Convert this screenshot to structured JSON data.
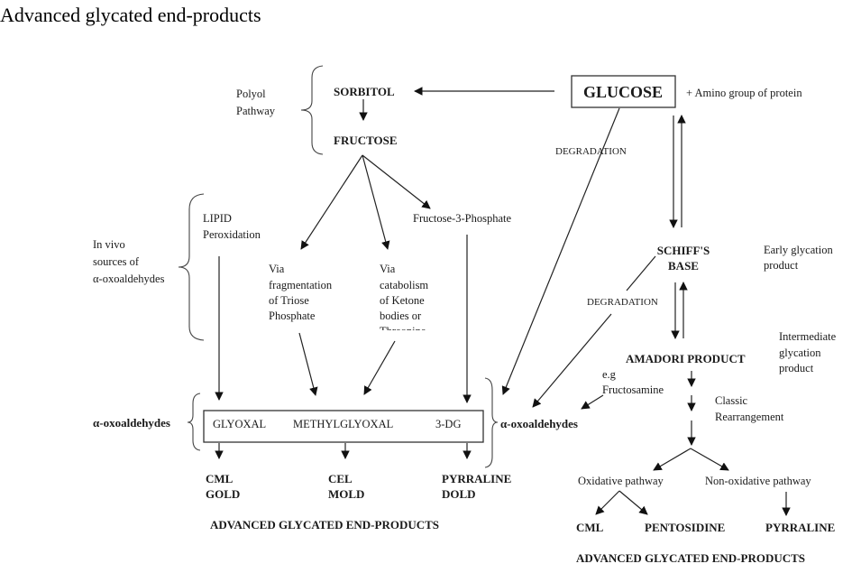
{
  "title": "Advanced glycated end-products",
  "diagram": {
    "polyol": {
      "label_line1": "Polyol",
      "label_line2": "Pathway",
      "sorbitol": "SORBITOL",
      "fructose": "FRUCTOSE"
    },
    "glucose": "GLUCOSE",
    "plus_amino": "+ Amino group of protein",
    "degradation_top": "DEGRADATION",
    "fructose3p": "Fructose-3-Phosphate",
    "in_vivo": {
      "line1": "In vivo",
      "line2": "sources of",
      "line3": "α-oxoaldehydes"
    },
    "lipid": {
      "line1": "LIPID",
      "line2": "Peroxidation"
    },
    "via_triose": {
      "line1": "Via",
      "line2": "fragmentation",
      "line3": "of Triose",
      "line4": "Phosphate"
    },
    "via_ketone": {
      "line1": "Via",
      "line2": "catabolism",
      "line3": "of Ketone",
      "line4": "bodies or",
      "line5": "Threonine"
    },
    "schiff": {
      "line1": "SCHIFF'S",
      "line2": "BASE"
    },
    "early": {
      "line1": "Early glycation",
      "line2": "product"
    },
    "degradation_mid": "DEGRADATION",
    "amadori": "AMADORI PRODUCT",
    "intermediate": {
      "line1": "Intermediate",
      "line2": "glycation",
      "line3": "product"
    },
    "eg_fructosamine": {
      "line1": "e.g",
      "line2": "Fructosamine"
    },
    "classic": {
      "line1": "Classic",
      "line2": "Rearrangement"
    },
    "oxo_left": "α-oxoaldehydes",
    "oxo_right": "α-oxoaldehydes",
    "box_items": [
      "GLYOXAL",
      "METHYLGLYOXAL",
      "3-DG"
    ],
    "products_left": [
      {
        "line1": "CML",
        "line2": "GOLD"
      },
      {
        "line1": "CEL",
        "line2": "MOLD"
      },
      {
        "line1": "PYRRALINE",
        "line2": "DOLD"
      }
    ],
    "age_left": "ADVANCED GLYCATED END-PRODUCTS",
    "oxidative": "Oxidative pathway",
    "non_oxidative": "Non-oxidative pathway",
    "products_right": [
      "CML",
      "PENTOSIDINE",
      "PYRRALINE"
    ],
    "age_right": "ADVANCED GLYCATED END-PRODUCTS"
  }
}
